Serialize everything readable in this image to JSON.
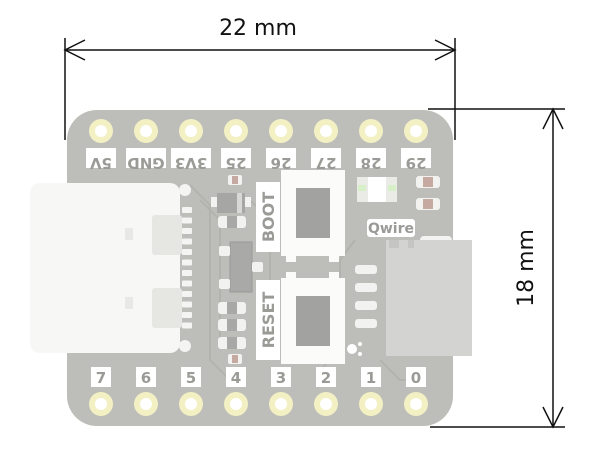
{
  "dimensions": {
    "width_label": "22 mm",
    "height_label": "18 mm"
  },
  "board": {
    "top_pins": [
      "5V",
      "GND",
      "3V3",
      "25",
      "26",
      "27",
      "28",
      "29"
    ],
    "bottom_pins": [
      "7",
      "6",
      "5",
      "4",
      "3",
      "2",
      "1",
      "0"
    ],
    "buttons": {
      "boot_label": "BOOT",
      "reset_label": "RESET"
    },
    "connector_label": "Qwire"
  },
  "colors": {
    "pcb": "#bdbdb9",
    "pad": "#f3f1c4",
    "silkscreen": "#ffffff",
    "line": "#111111"
  }
}
